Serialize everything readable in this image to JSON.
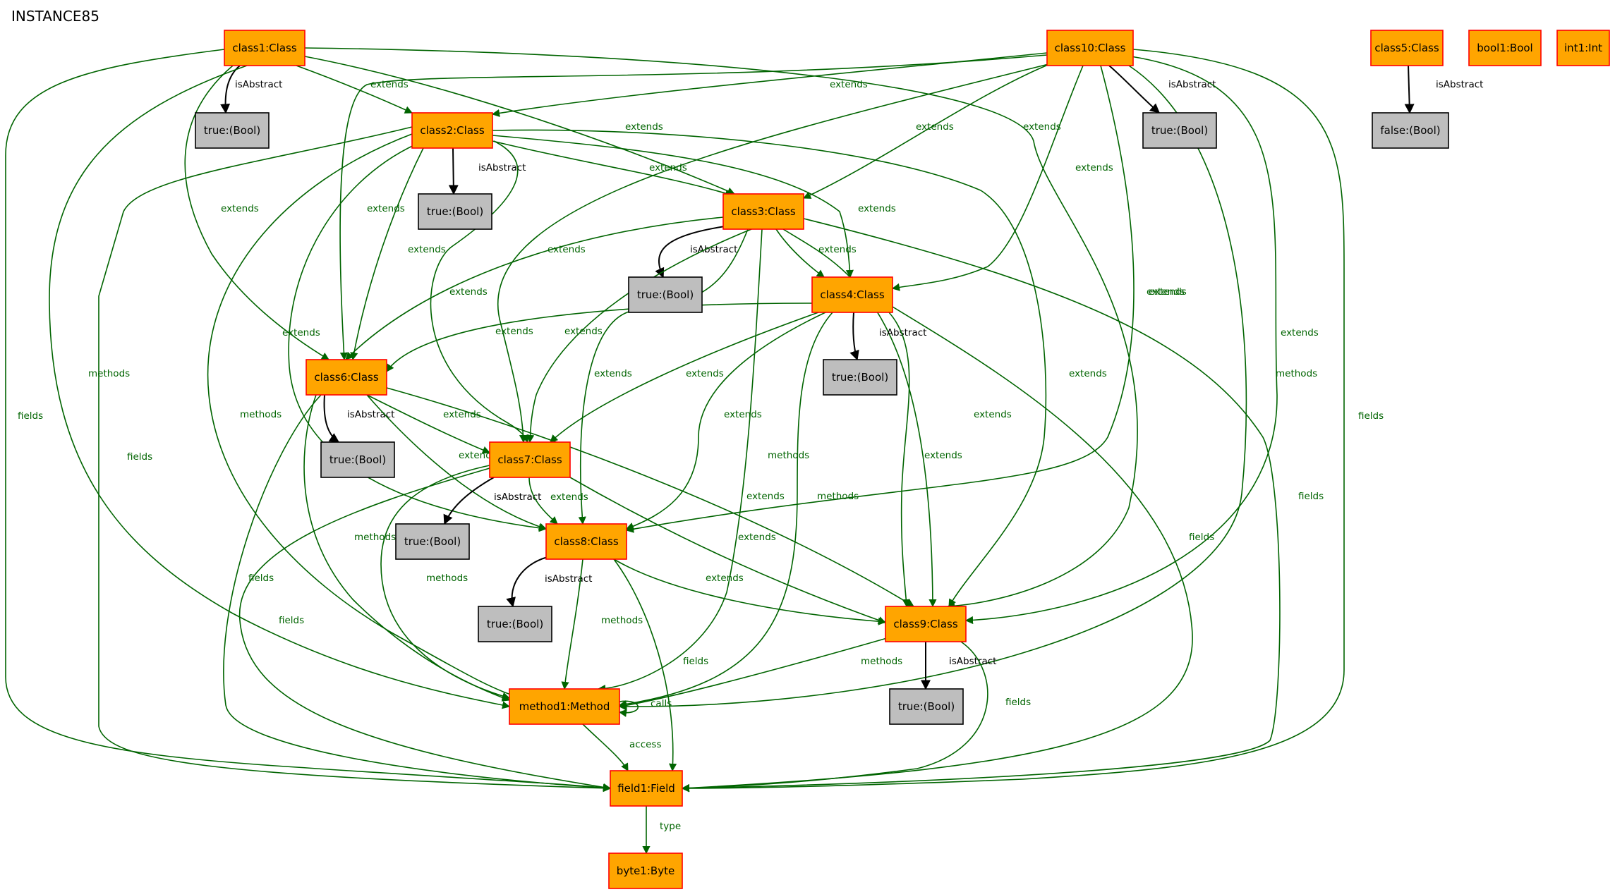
{
  "title": "INSTANCE85",
  "colors": {
    "class_fill": "#ffa500",
    "class_stroke": "#ff0000",
    "value_fill": "#bebebe",
    "value_stroke": "#000000",
    "green_edge": "#006400",
    "black_edge": "#000000"
  },
  "nodes": [
    {
      "id": "class1",
      "label": "class1:Class",
      "kind": "class"
    },
    {
      "id": "class10",
      "label": "class10:Class",
      "kind": "class"
    },
    {
      "id": "class5",
      "label": "class5:Class",
      "kind": "class"
    },
    {
      "id": "bool1",
      "label": "bool1:Bool",
      "kind": "class"
    },
    {
      "id": "int1",
      "label": "int1:Int",
      "kind": "class"
    },
    {
      "id": "t1",
      "label": "true:(Bool)",
      "kind": "value"
    },
    {
      "id": "class2",
      "label": "class2:Class",
      "kind": "class"
    },
    {
      "id": "t10",
      "label": "true:(Bool)",
      "kind": "value"
    },
    {
      "id": "f5",
      "label": "false:(Bool)",
      "kind": "value"
    },
    {
      "id": "t2",
      "label": "true:(Bool)",
      "kind": "value"
    },
    {
      "id": "class3",
      "label": "class3:Class",
      "kind": "class"
    },
    {
      "id": "t3",
      "label": "true:(Bool)",
      "kind": "value"
    },
    {
      "id": "class4",
      "label": "class4:Class",
      "kind": "class"
    },
    {
      "id": "class6",
      "label": "class6:Class",
      "kind": "class"
    },
    {
      "id": "t4",
      "label": "true:(Bool)",
      "kind": "value"
    },
    {
      "id": "t6",
      "label": "true:(Bool)",
      "kind": "value"
    },
    {
      "id": "class7",
      "label": "class7:Class",
      "kind": "class"
    },
    {
      "id": "t7",
      "label": "true:(Bool)",
      "kind": "value"
    },
    {
      "id": "class8",
      "label": "class8:Class",
      "kind": "class"
    },
    {
      "id": "t8",
      "label": "true:(Bool)",
      "kind": "value"
    },
    {
      "id": "class9",
      "label": "class9:Class",
      "kind": "class"
    },
    {
      "id": "t9",
      "label": "true:(Bool)",
      "kind": "value"
    },
    {
      "id": "method1",
      "label": "method1:Method",
      "kind": "class"
    },
    {
      "id": "field1",
      "label": "field1:Field",
      "kind": "class"
    },
    {
      "id": "byte1",
      "label": "byte1:Byte",
      "kind": "class"
    }
  ],
  "edges": [
    {
      "from": "class1",
      "to": "t1",
      "label": "isAbstract"
    },
    {
      "from": "class1",
      "to": "class2",
      "label": "extends"
    },
    {
      "from": "class1",
      "to": "class3",
      "label": "extends"
    },
    {
      "from": "class1",
      "to": "class6",
      "label": "extends"
    },
    {
      "from": "class1",
      "to": "class9",
      "label": "extends"
    },
    {
      "from": "class1",
      "to": "method1",
      "label": "methods"
    },
    {
      "from": "class1",
      "to": "field1",
      "label": "fields"
    },
    {
      "from": "class10",
      "to": "t10",
      "label": "isAbstract"
    },
    {
      "from": "class10",
      "to": "class2",
      "label": "extends"
    },
    {
      "from": "class10",
      "to": "class3",
      "label": "extends"
    },
    {
      "from": "class10",
      "to": "class4",
      "label": "extends"
    },
    {
      "from": "class10",
      "to": "class6",
      "label": "extends"
    },
    {
      "from": "class10",
      "to": "class7",
      "label": "extends"
    },
    {
      "from": "class10",
      "to": "class8",
      "label": "extends"
    },
    {
      "from": "class10",
      "to": "class9",
      "label": "extends"
    },
    {
      "from": "class10",
      "to": "method1",
      "label": "methods"
    },
    {
      "from": "class10",
      "to": "field1",
      "label": "fields"
    },
    {
      "from": "class5",
      "to": "f5",
      "label": "isAbstract"
    },
    {
      "from": "class2",
      "to": "t2",
      "label": "isAbstract"
    },
    {
      "from": "class2",
      "to": "class3",
      "label": "extends"
    },
    {
      "from": "class2",
      "to": "class4",
      "label": "extends"
    },
    {
      "from": "class2",
      "to": "class6",
      "label": "extends"
    },
    {
      "from": "class2",
      "to": "class7",
      "label": "extends"
    },
    {
      "from": "class2",
      "to": "class8",
      "label": "extends"
    },
    {
      "from": "class2",
      "to": "class9",
      "label": "extends"
    },
    {
      "from": "class2",
      "to": "method1",
      "label": "methods"
    },
    {
      "from": "class2",
      "to": "field1",
      "label": "fields"
    },
    {
      "from": "class3",
      "to": "t3",
      "label": "isAbstract"
    },
    {
      "from": "class3",
      "to": "class4",
      "label": "extends"
    },
    {
      "from": "class3",
      "to": "class6",
      "label": "extends"
    },
    {
      "from": "class3",
      "to": "class7",
      "label": "extends"
    },
    {
      "from": "class3",
      "to": "class8",
      "label": "extends"
    },
    {
      "from": "class3",
      "to": "class9",
      "label": "extends"
    },
    {
      "from": "class3",
      "to": "method1",
      "label": "methods"
    },
    {
      "from": "class3",
      "to": "field1",
      "label": "fields"
    },
    {
      "from": "class4",
      "to": "t4",
      "label": "isAbstract"
    },
    {
      "from": "class4",
      "to": "class6",
      "label": "extends"
    },
    {
      "from": "class4",
      "to": "class7",
      "label": "extends"
    },
    {
      "from": "class4",
      "to": "class8",
      "label": "extends"
    },
    {
      "from": "class4",
      "to": "class9",
      "label": "extends"
    },
    {
      "from": "class4",
      "to": "method1",
      "label": "methods"
    },
    {
      "from": "class4",
      "to": "field1",
      "label": "fields"
    },
    {
      "from": "class6",
      "to": "t6",
      "label": "isAbstract"
    },
    {
      "from": "class6",
      "to": "class7",
      "label": "extends"
    },
    {
      "from": "class6",
      "to": "class8",
      "label": "extends"
    },
    {
      "from": "class6",
      "to": "class9",
      "label": "extends"
    },
    {
      "from": "class6",
      "to": "method1",
      "label": "methods"
    },
    {
      "from": "class6",
      "to": "field1",
      "label": "fields"
    },
    {
      "from": "class7",
      "to": "t7",
      "label": "isAbstract"
    },
    {
      "from": "class7",
      "to": "class8",
      "label": "extends"
    },
    {
      "from": "class7",
      "to": "class9",
      "label": "extends"
    },
    {
      "from": "class7",
      "to": "method1",
      "label": "methods"
    },
    {
      "from": "class7",
      "to": "field1",
      "label": "fields"
    },
    {
      "from": "class8",
      "to": "t8",
      "label": "isAbstract"
    },
    {
      "from": "class8",
      "to": "class9",
      "label": "extends"
    },
    {
      "from": "class8",
      "to": "method1",
      "label": "methods"
    },
    {
      "from": "class8",
      "to": "field1",
      "label": "fields"
    },
    {
      "from": "class9",
      "to": "t9",
      "label": "isAbstract"
    },
    {
      "from": "class9",
      "to": "method1",
      "label": "methods"
    },
    {
      "from": "class9",
      "to": "field1",
      "label": "fields"
    },
    {
      "from": "method1",
      "to": "method1",
      "label": "calls"
    },
    {
      "from": "method1",
      "to": "field1",
      "label": "access"
    },
    {
      "from": "field1",
      "to": "byte1",
      "label": "type"
    }
  ]
}
